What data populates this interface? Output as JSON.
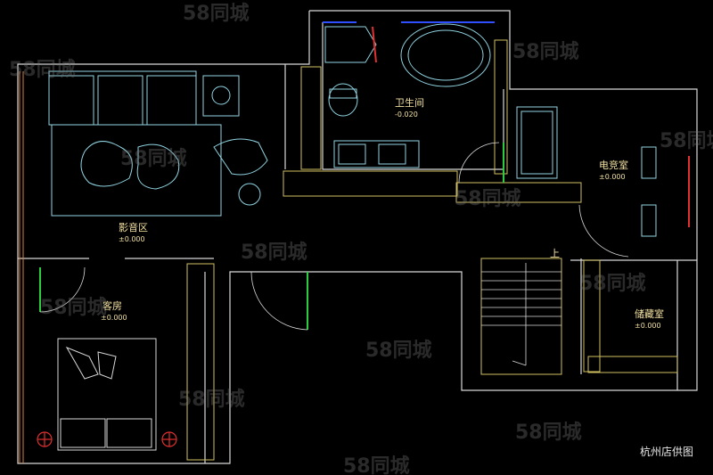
{
  "rooms": {
    "bathroom": {
      "name": "卫生间",
      "level": "-0.020"
    },
    "esports": {
      "name": "电竞室",
      "level": "±0.000"
    },
    "theater": {
      "name": "影音区",
      "level": "±0.000"
    },
    "guest": {
      "name": "客房",
      "level": "±0.000"
    },
    "storage": {
      "name": "储藏室",
      "level": "±0.000"
    }
  },
  "stair_label": "上",
  "watermark": "58同城",
  "caption": "杭州店供图",
  "colors": {
    "background": "#000000",
    "wall": "#d8d8d8",
    "hatch": "#d0c060",
    "furniture": "#8fd3e0",
    "door": "#2ecc40",
    "accent_red": "#e03030",
    "accent_blue": "#3050ff"
  }
}
